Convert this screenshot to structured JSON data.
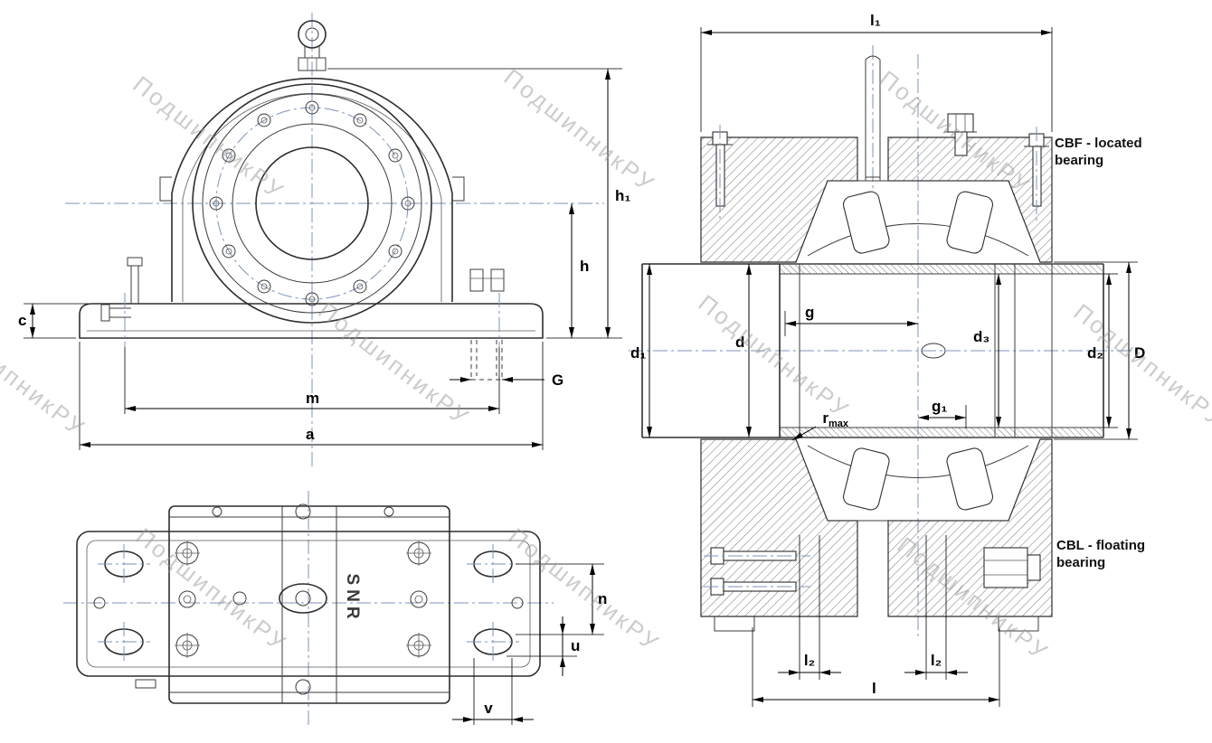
{
  "watermark": {
    "text": "ПодшипникРУ"
  },
  "front_view": {
    "dims": {
      "h1": "h₁",
      "h": "h",
      "c": "c",
      "G": "G",
      "m": "m",
      "a": "a"
    }
  },
  "top_view": {
    "brand": "SNR",
    "dims": {
      "n": "n",
      "u": "u",
      "v": "v"
    }
  },
  "section_view": {
    "dims": {
      "l1": "l₁",
      "d1": "d₁",
      "d": "d",
      "g": "g",
      "g1": "g₁",
      "d3": "d₃",
      "d2": "d₂",
      "D": "D",
      "r": "r",
      "r_sub": "max",
      "l2_left": "l₂",
      "l2_right": "l₂",
      "l": "l"
    },
    "annotations": {
      "cbf_line1": "CBF - located",
      "cbf_line2": "bearing",
      "cbl_line1": "CBL - floating",
      "cbl_line2": "bearing"
    }
  }
}
